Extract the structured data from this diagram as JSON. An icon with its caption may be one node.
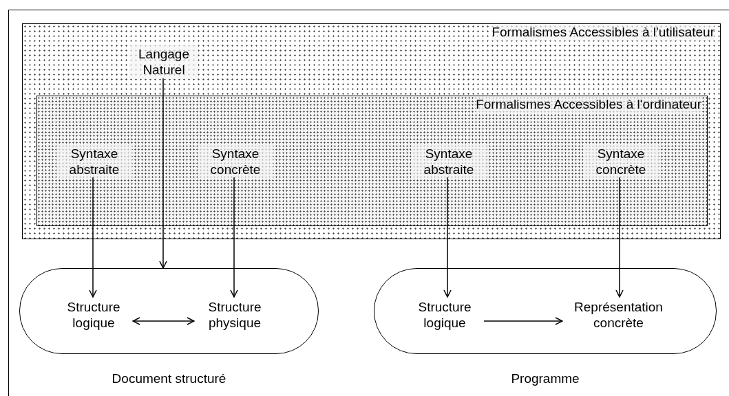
{
  "diagram": {
    "nodes": [
      {
        "text": [
          "Formalismes Accessibles à l'utilisateur"
        ]
      },
      {
        "text": [
          "Langage Naturel"
        ],
        "in": 0
      },
      {
        "text": [
          "Formalismes Accessibles à l'ordinateur"
        ],
        "in": 0
      },
      {
        "text": [
          "Syntaxe abstraite"
        ],
        "in": 2
      },
      {
        "text": [
          "Syntaxe concrète"
        ],
        "in": 2
      },
      {
        "text": [
          "Syntaxe abstraite"
        ],
        "in": 2
      },
      {
        "text": [
          "Syntaxe concrète"
        ],
        "in": 2
      },
      {
        "text": [],
        "shape": "box",
        "beside": [
          "Document structuré"
        ]
      },
      {
        "text": [
          "Structure logique"
        ],
        "in": 7
      },
      {
        "text": [
          "Structure physique"
        ],
        "in": 7
      },
      {
        "text": [],
        "shape": "box",
        "beside": [
          "Programme"
        ]
      },
      {
        "text": [
          "Structure logique"
        ],
        "in": 10
      },
      {
        "text": [
          "Représentation concrète"
        ],
        "in": 10
      }
    ],
    "edges": [
      {
        "from": 3,
        "to": 8,
        "arrow": "to"
      },
      {
        "from": 1,
        "to": 7,
        "arrow": "to"
      },
      {
        "from": 4,
        "to": 9,
        "arrow": "to"
      },
      {
        "from": 5,
        "to": 11,
        "arrow": "to"
      },
      {
        "from": 6,
        "to": 12,
        "arrow": "to"
      },
      {
        "from": 8,
        "to": 9,
        "arrow": "both"
      },
      {
        "from": 11,
        "to": 12,
        "arrow": "to"
      }
    ]
  }
}
